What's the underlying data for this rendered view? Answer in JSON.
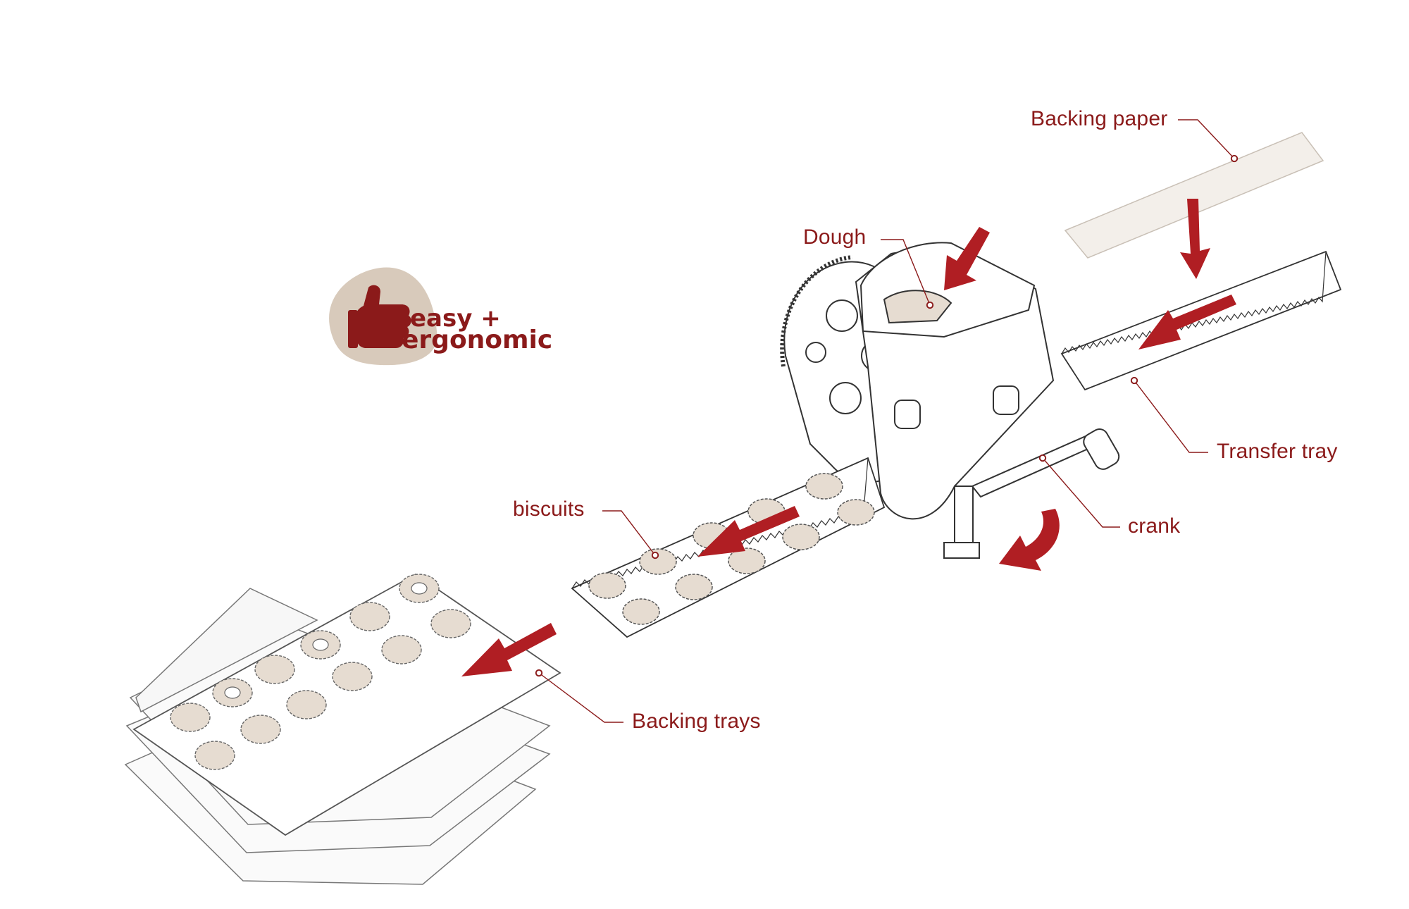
{
  "labels": {
    "backing_paper": "Backing paper",
    "dough": "Dough",
    "transfer_tray": "Transfer tray",
    "crank": "crank",
    "biscuits": "biscuits",
    "backing_trays": "Backing trays"
  },
  "logo": {
    "line1": "easy +",
    "line2": "ergonomic",
    "icon": "thumbs-up-icon"
  },
  "colors": {
    "accent": "#8b1a1a",
    "arrow": "#b01e23",
    "logo_bg": "#d8cabb",
    "dough": "#e6dcd1",
    "line": "#333333"
  }
}
